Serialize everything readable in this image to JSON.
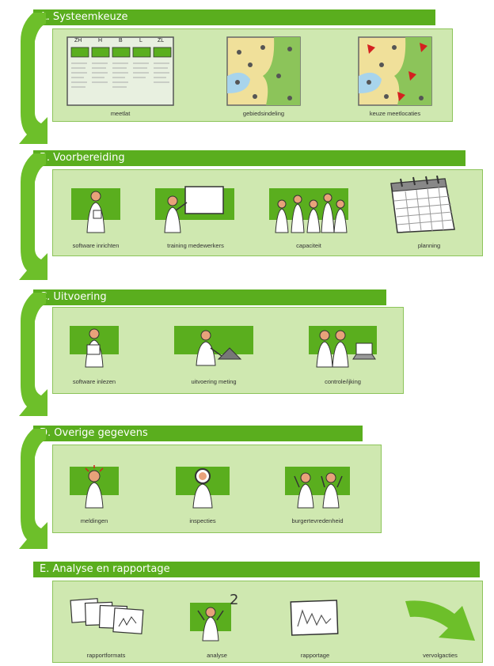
{
  "sections": [
    {
      "title": "A. Systeemkeuze",
      "items": [
        "meetlat",
        "gebiedsindeling",
        "keuze meetlocaties"
      ],
      "meetlat_columns": [
        "ZH",
        "H",
        "B",
        "L",
        "ZL"
      ]
    },
    {
      "title": "B. Voorbereiding",
      "items": [
        "software inrichten",
        "training medewerkers",
        "capaciteit",
        "planning"
      ]
    },
    {
      "title": "C. Uitvoering",
      "items": [
        "software inlezen",
        "uitvoering meting",
        "controle/ijking"
      ]
    },
    {
      "title": "D. Overige gegevens",
      "items": [
        "meldingen",
        "inspecties",
        "burgertevredenheid"
      ]
    },
    {
      "title": "E. Analyse en rapportage",
      "items": [
        "rapportformats",
        "analyse",
        "rapportage",
        "vervolgacties"
      ],
      "analyse_exponent": "2"
    }
  ],
  "colors": {
    "band": "#5aae1e",
    "panel": "#cfe8b0",
    "tile": "#5aae1e",
    "arrow": "#6dbf2a"
  }
}
